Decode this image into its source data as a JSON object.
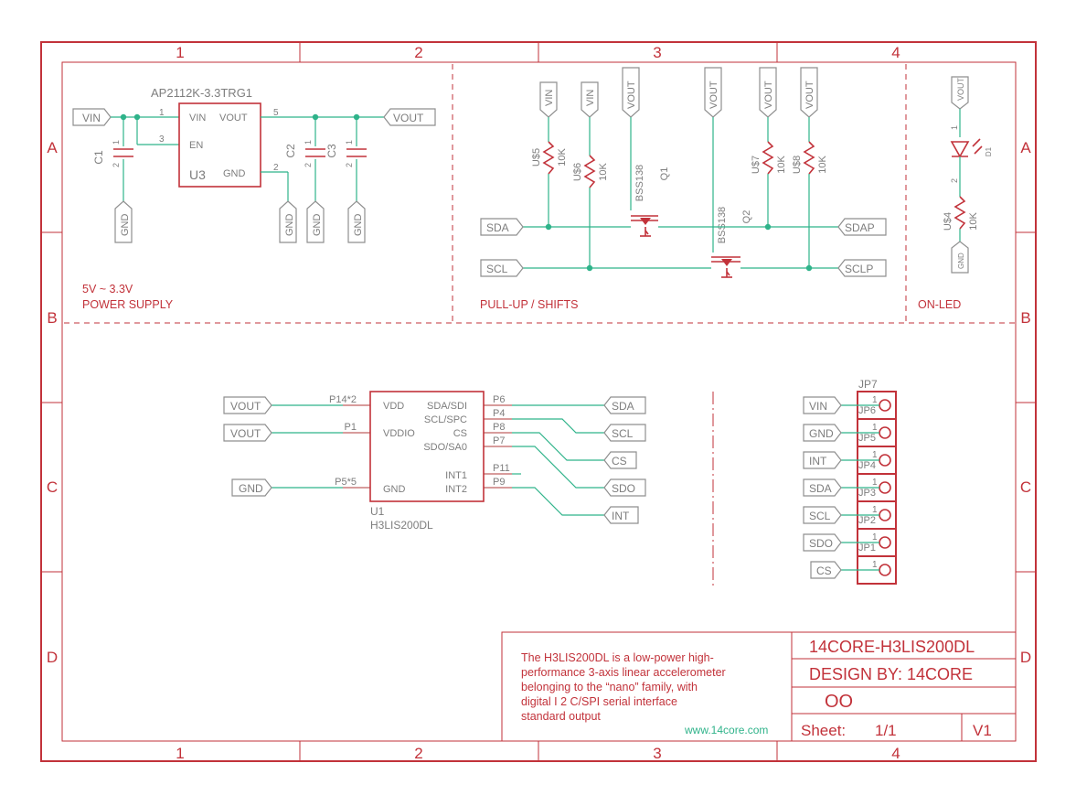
{
  "grid": {
    "columns": [
      "1",
      "2",
      "3",
      "4"
    ],
    "rows": [
      "A",
      "B",
      "C",
      "D"
    ]
  },
  "sections": {
    "power": "5V ~ 3.3V\nPOWER SUPPLY",
    "pullup": "PULL-UP / SHIFTS",
    "led": "ON-LED"
  },
  "regulator": {
    "part": "AP2112K-3.3TRG1",
    "name": "U3",
    "pins": {
      "vin": "VIN",
      "en": "EN",
      "vout": "VOUT",
      "gnd": "GND"
    },
    "pin_numbers": {
      "vin": "1",
      "en": "3",
      "vout": "5",
      "gnd": "2"
    }
  },
  "capacitors": [
    {
      "name": "C1",
      "p1": "1",
      "p2": "2"
    },
    {
      "name": "C2",
      "p1": "1",
      "p2": "2"
    },
    {
      "name": "C3",
      "p1": "1",
      "p2": "2"
    }
  ],
  "resistors": [
    {
      "name": "U$5",
      "value": "10K"
    },
    {
      "name": "U$6",
      "value": "10K"
    },
    {
      "name": "U$7",
      "value": "10K"
    },
    {
      "name": "U$8",
      "value": "10K"
    },
    {
      "name": "U$4",
      "value": "10K"
    }
  ],
  "transistors": [
    {
      "name": "Q1",
      "part": "BSS138"
    },
    {
      "name": "Q2",
      "part": "BSS138"
    }
  ],
  "led": {
    "name": "D1",
    "p1": "1",
    "p2": "2"
  },
  "nets": {
    "vin": "VIN",
    "vout": "VOUT",
    "gnd": "GND",
    "sda": "SDA",
    "scl": "SCL",
    "sdap": "SDAP",
    "sclp": "SCLP",
    "cs": "CS",
    "sdo": "SDO",
    "int": "INT"
  },
  "sensor": {
    "name": "U1",
    "part": "H3LIS200DL",
    "left_pins": [
      "VDD",
      "VDDIO",
      "GND"
    ],
    "right_pins": [
      "SDA/SDI",
      "SCL/SPC",
      "CS",
      "SDO/SA0",
      "INT1",
      "INT2"
    ],
    "left_pin_ids": [
      "P14*2",
      "P1",
      "P5*5"
    ],
    "right_pin_ids": [
      "P6",
      "P4",
      "P8",
      "P7",
      "P11",
      "P9"
    ]
  },
  "header": {
    "name": "JP7",
    "pin_number": "1",
    "rows": [
      {
        "net": "VIN",
        "jp": "JP6"
      },
      {
        "net": "GND",
        "jp": "JP5"
      },
      {
        "net": "INT",
        "jp": "JP4"
      },
      {
        "net": "SDA",
        "jp": "JP3"
      },
      {
        "net": "SCL",
        "jp": "JP2"
      },
      {
        "net": "SDO",
        "jp": "JP1"
      },
      {
        "net": "CS",
        "jp": ""
      }
    ]
  },
  "titleblock": {
    "description": [
      "The H3LIS200DL is a low-power high-",
      "performance 3-axis linear accelerometer",
      "belonging to the “nano” family, with",
      "digital I 2 C/SPI serial interface",
      "standard output"
    ],
    "website": "www.14core.com",
    "title": "14CORE-H3LIS200DL",
    "designer": "DESIGN BY: 14CORE",
    "logo": "OO",
    "sheet_label": "Sheet:",
    "sheet_value": "1/1",
    "version": "V1"
  },
  "colors": {
    "frame": "#c2323a",
    "wire": "#2fb38a",
    "label_gray": "#8f8f8f"
  }
}
